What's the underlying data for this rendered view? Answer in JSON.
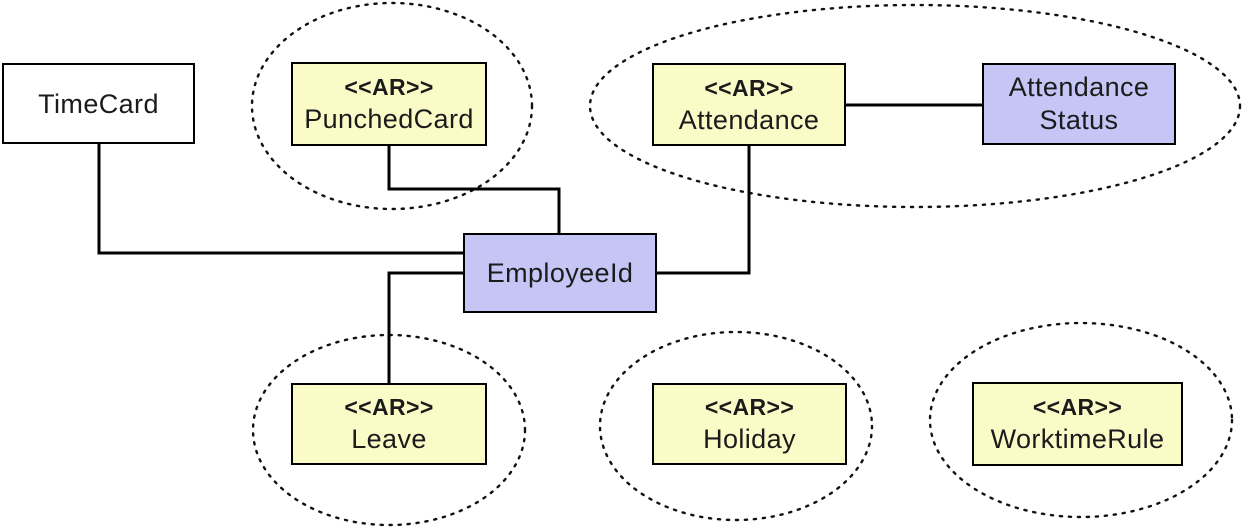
{
  "diagram": {
    "kind": "domain-model-aggregate-diagram",
    "colors": {
      "background": "#ffffff",
      "aggregate_root_fill": "#fbfbc8",
      "identity_fill": "#c5c5f6",
      "plain_fill": "#ffffff",
      "border": "#000000",
      "connector": "#000000",
      "group_boundary": "#111111",
      "text": "#1b1b1b"
    },
    "nodes": {
      "timecard": {
        "label": "TimeCard"
      },
      "punchedcard": {
        "stereotype": "<<AR>>",
        "label": "PunchedCard"
      },
      "attendance": {
        "stereotype": "<<AR>>",
        "label": "Attendance"
      },
      "attendance_status": {
        "lines": [
          "Attendance",
          "Status"
        ]
      },
      "employee_id": {
        "label": "EmployeeId"
      },
      "leave": {
        "stereotype": "<<AR>>",
        "label": "Leave"
      },
      "holiday": {
        "stereotype": "<<AR>>",
        "label": "Holiday"
      },
      "worktime_rule": {
        "stereotype": "<<AR>>",
        "label": "WorktimeRule"
      }
    },
    "groups": [
      {
        "name": "punchedcard-boundary",
        "style": "dotted-ellipse",
        "members": [
          "punchedcard"
        ]
      },
      {
        "name": "attendance-boundary",
        "style": "dotted-ellipse",
        "members": [
          "attendance",
          "attendance_status"
        ]
      },
      {
        "name": "leave-boundary",
        "style": "dotted-ellipse",
        "members": [
          "leave"
        ]
      },
      {
        "name": "holiday-boundary",
        "style": "dotted-ellipse",
        "members": [
          "holiday"
        ]
      },
      {
        "name": "worktimerule-boundary",
        "style": "dotted-ellipse",
        "members": [
          "worktime_rule"
        ]
      }
    ],
    "edges": [
      {
        "from": "timecard",
        "to": "employee_id",
        "style": "orthogonal-solid"
      },
      {
        "from": "punchedcard",
        "to": "employee_id",
        "style": "orthogonal-solid"
      },
      {
        "from": "attendance",
        "to": "employee_id",
        "style": "orthogonal-solid"
      },
      {
        "from": "attendance",
        "to": "attendance_status",
        "style": "straight-solid"
      },
      {
        "from": "employee_id",
        "to": "leave",
        "style": "orthogonal-solid"
      }
    ]
  }
}
